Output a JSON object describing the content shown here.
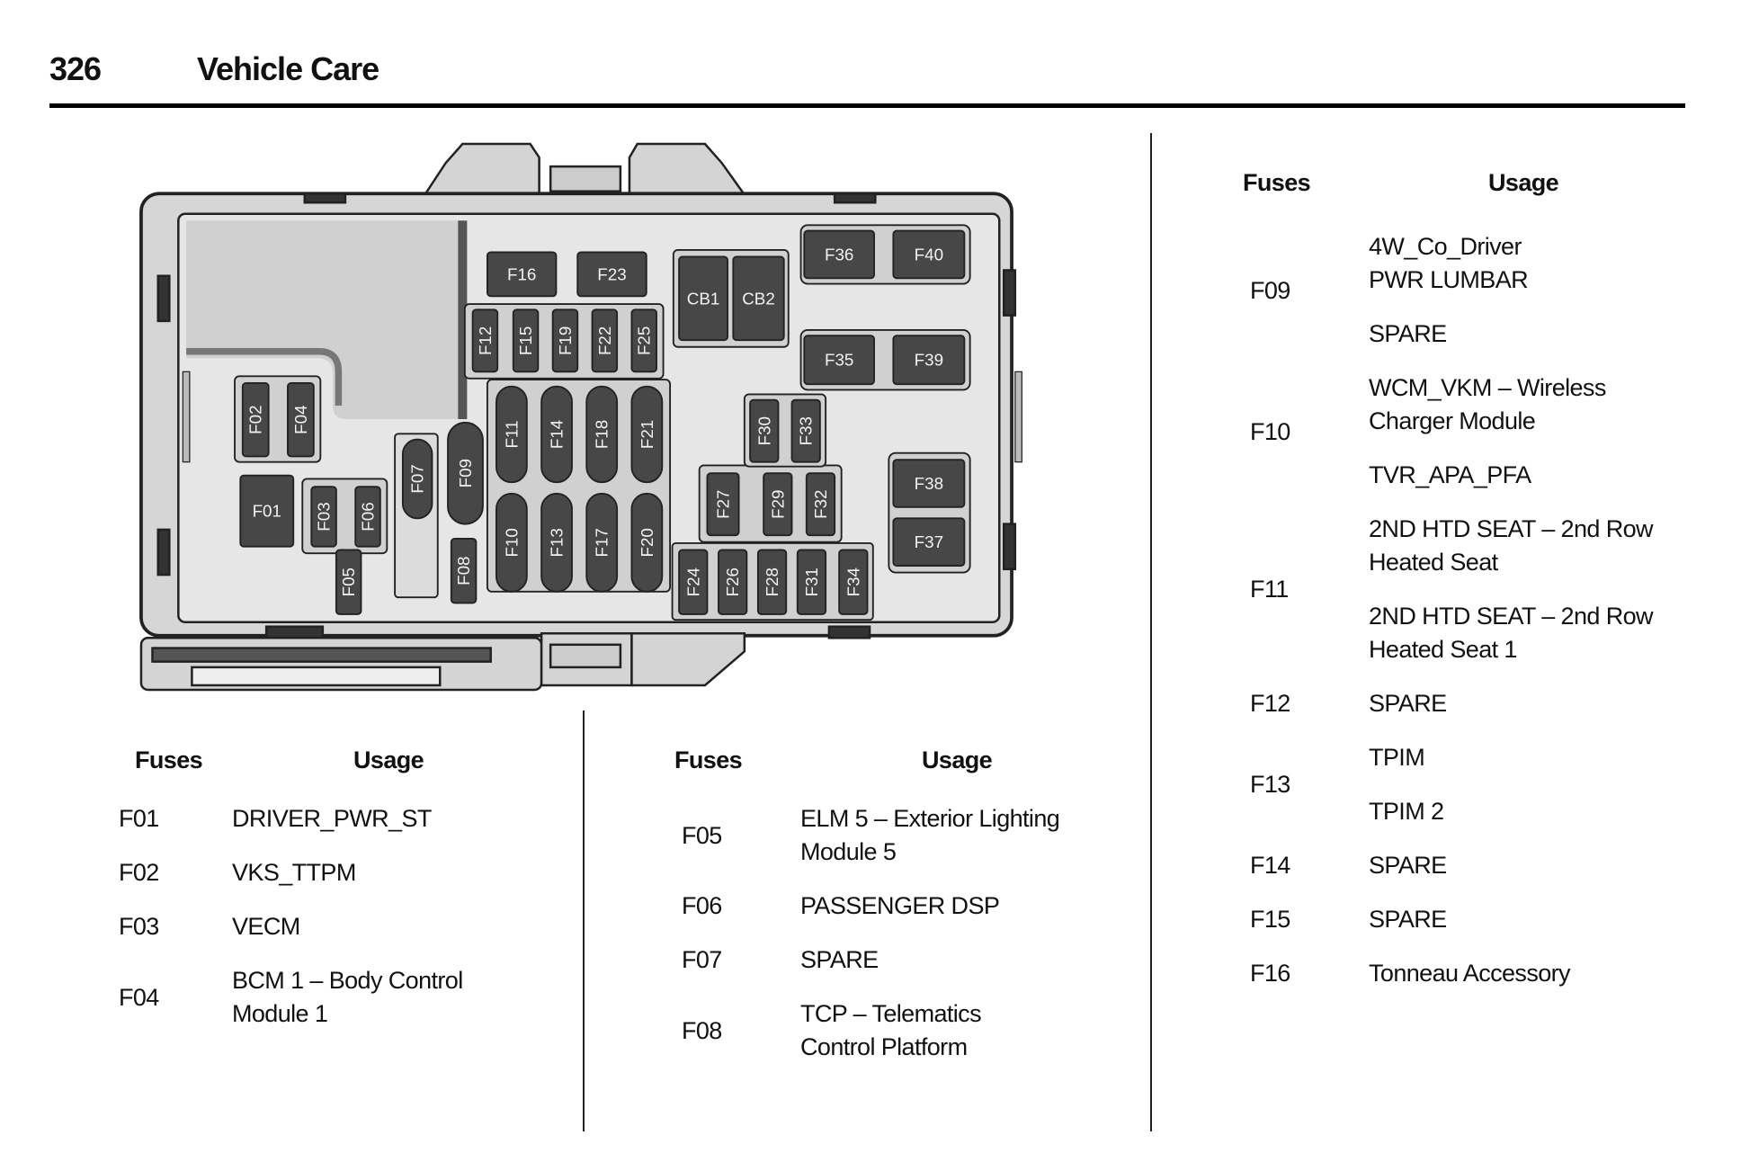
{
  "header": {
    "page_number": "326",
    "section_title": "Vehicle Care"
  },
  "diagram": {
    "fuses": [
      "F01",
      "F02",
      "F03",
      "F04",
      "F05",
      "F06",
      "F07",
      "F08",
      "F09",
      "F10",
      "F11",
      "F12",
      "F13",
      "F14",
      "F15",
      "F16",
      "F17",
      "F18",
      "F19",
      "F20",
      "F21",
      "F22",
      "F23",
      "F24",
      "F25",
      "F26",
      "F27",
      "F28",
      "F29",
      "F30",
      "F31",
      "F32",
      "F33",
      "F34",
      "F35",
      "F36",
      "F37",
      "F38",
      "F39",
      "F40",
      "CB1",
      "CB2"
    ]
  },
  "tables": [
    {
      "col_fuses": "Fuses",
      "col_usage": "Usage",
      "rows": [
        {
          "fuse": "F01",
          "usages": [
            "DRIVER_PWR_ST"
          ]
        },
        {
          "fuse": "F02",
          "usages": [
            "VKS_TTPM"
          ]
        },
        {
          "fuse": "F03",
          "usages": [
            "VECM"
          ]
        },
        {
          "fuse": "F04",
          "usages": [
            "BCM 1 – Body Control\nModule 1"
          ]
        }
      ]
    },
    {
      "col_fuses": "Fuses",
      "col_usage": "Usage",
      "rows": [
        {
          "fuse": "F05",
          "usages": [
            "ELM 5 – Exterior Lighting\nModule 5"
          ]
        },
        {
          "fuse": "F06",
          "usages": [
            "PASSENGER DSP"
          ]
        },
        {
          "fuse": "F07",
          "usages": [
            "SPARE"
          ]
        },
        {
          "fuse": "F08",
          "usages": [
            "TCP – Telematics\nControl Platform"
          ]
        }
      ]
    },
    {
      "col_fuses": "Fuses",
      "col_usage": "Usage",
      "rows": [
        {
          "fuse": "F09",
          "usages": [
            "4W_Co_Driver\nPWR LUMBAR",
            "SPARE"
          ]
        },
        {
          "fuse": "F10",
          "usages": [
            "WCM_VKM – Wireless\nCharger Module",
            "TVR_APA_PFA"
          ]
        },
        {
          "fuse": "F11",
          "usages": [
            "2ND HTD SEAT – 2nd Row\nHeated Seat",
            "2ND HTD SEAT – 2nd Row\nHeated Seat 1"
          ]
        },
        {
          "fuse": "F12",
          "usages": [
            "SPARE"
          ]
        },
        {
          "fuse": "F13",
          "usages": [
            "TPIM",
            "TPIM 2"
          ]
        },
        {
          "fuse": "F14",
          "usages": [
            "SPARE"
          ]
        },
        {
          "fuse": "F15",
          "usages": [
            "SPARE"
          ]
        },
        {
          "fuse": "F16",
          "usages": [
            "Tonneau Accessory"
          ]
        }
      ]
    }
  ]
}
